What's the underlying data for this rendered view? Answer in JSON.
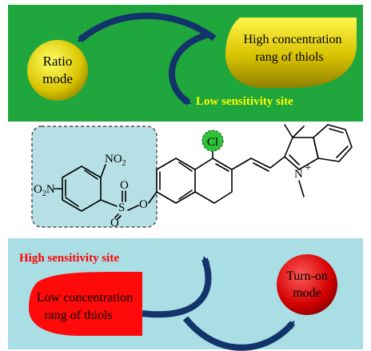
{
  "colors": {
    "top_panel": "#1fa63c",
    "bottom_panel": "#a9dfe4",
    "arrow": "#13336b",
    "yellow_text": "#ffff00",
    "red_text": "#ff0000",
    "chlorine": "#2fc23a",
    "sulfonate_box": "#b6e0e6"
  },
  "top": {
    "ratio_mode": [
      "Ratio",
      "mode"
    ],
    "high_range": [
      "High concentration",
      "rang of thiols"
    ],
    "low_site": "Low sensitivity site"
  },
  "molecule": {
    "cl": "Cl",
    "no2_top": "NO",
    "no2_top_sub": "2",
    "no2_left": "O",
    "no2_left_sub": "2",
    "no2_left_n": "N",
    "o1": "O",
    "o2": "O",
    "s": "S",
    "o_link": "O",
    "n_plus": "N",
    "plus": "+"
  },
  "bottom": {
    "high_site": "High sensitivity site",
    "low_range": [
      "Low concentration",
      "rang of thiols"
    ],
    "turn_on": [
      "Turn-on",
      "mode"
    ]
  }
}
